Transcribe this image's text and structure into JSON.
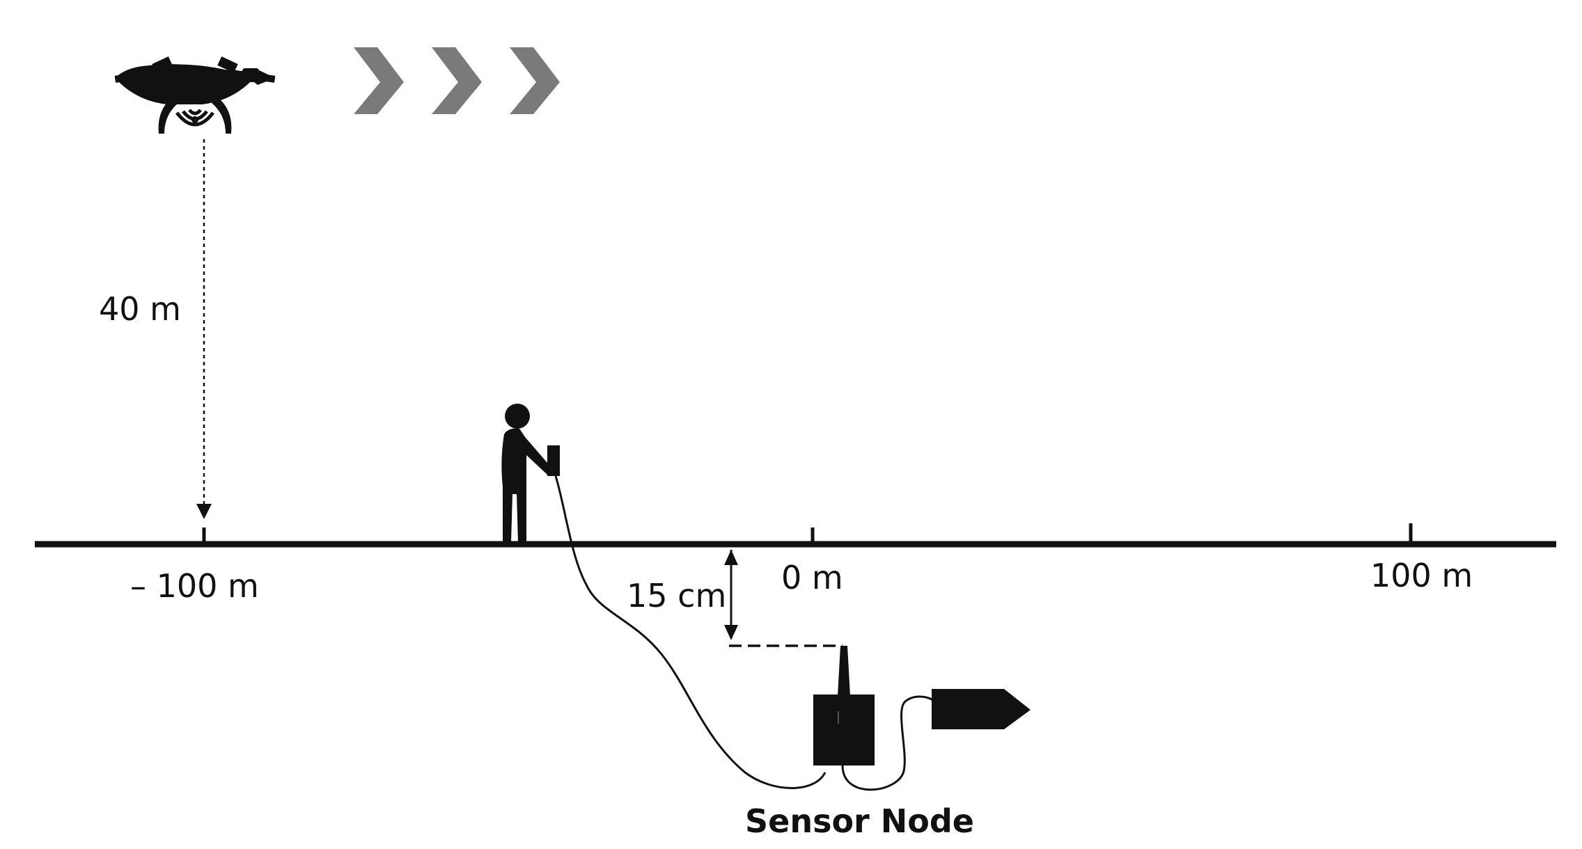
{
  "labels": {
    "altitude": "40 m",
    "depth": "15 cm",
    "sensor_node": "Sensor Node"
  },
  "axis": {
    "ticks": [
      {
        "label": "– 100 m"
      },
      {
        "label": "0 m"
      },
      {
        "label": "100 m"
      }
    ]
  },
  "icons": {
    "drone": "drone-icon",
    "direction": "chevron-right-icon",
    "person": "person-icon",
    "antenna": "antenna-icon",
    "probe": "soil-probe-icon"
  },
  "colors": {
    "ink": "#111111",
    "chevron": "#7a7a7a"
  }
}
